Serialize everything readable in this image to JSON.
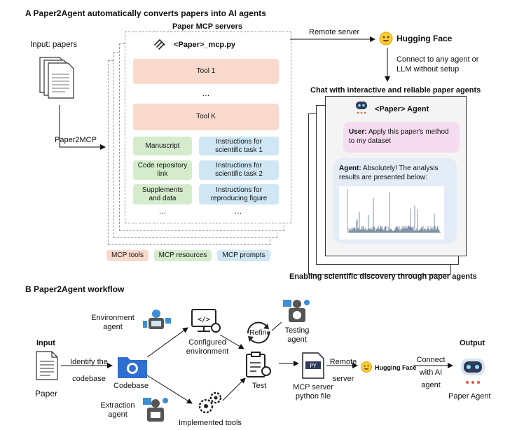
{
  "panel_a": {
    "heading": "A  Paper2Agent automatically converts papers into AI agents",
    "input_label": "Input: papers",
    "arrow_label": "Paper2MCP",
    "server_title": "Paper MCP servers",
    "file_name": "<Paper>_mcp.py",
    "tools": [
      "Tool 1",
      "…",
      "Tool K"
    ],
    "resources": [
      "Manuscript",
      "Code repository link",
      "Supplements and data",
      "…"
    ],
    "prompts": [
      "Instructions for scientific task 1",
      "Instructions for scientific task 2",
      "Instructions for reproducing figure",
      "…"
    ],
    "legend": [
      "MCP tools",
      "MCP resources",
      "MCP prompts"
    ],
    "remote_label": "Remote server",
    "hf_label": "Hugging Face",
    "connect_label": "Connect to any agent or LLM without setup",
    "chat_title": "Chat with interactive and reliable paper agents",
    "agent_name": "<Paper> Agent",
    "user_prefix": "User:",
    "user_msg": "Apply this paper's method to my dataset",
    "agent_prefix": "Agent:",
    "agent_msg": "Absolutely! The analysis results are presented below:",
    "footer": "Enabling scientific discovery through paper agents"
  },
  "panel_b": {
    "heading": "B  Paper2Agent workflow",
    "input_label": "Input",
    "paper_label": "Paper",
    "identify_label": "Identify the codebase",
    "codebase_label": "Codebase",
    "env_agent": "Environment agent",
    "configured_env": "Configured environment",
    "extraction_agent": "Extraction agent",
    "implemented_tools": "Implemented tools",
    "refine_label": "Refine",
    "testing_agent": "Testing agent",
    "test_label": "Test",
    "py_label": "PY",
    "mcp_file": "MCP server python file",
    "remote_label": "Remote server",
    "hf_label": "Hugging Face",
    "connect_label": "Connect with AI agent",
    "output_label": "Output",
    "paper_agent": "Paper Agent"
  },
  "colors": {
    "tools": "#f8d9cc",
    "resources": "#d4eccc",
    "prompts": "#cfe7f5",
    "user_bubble": "#f6dcf0",
    "agent_bubble": "#e3ecf7",
    "hf_yellow": "#ffcc33",
    "accent_blue": "#3a8fd6"
  }
}
